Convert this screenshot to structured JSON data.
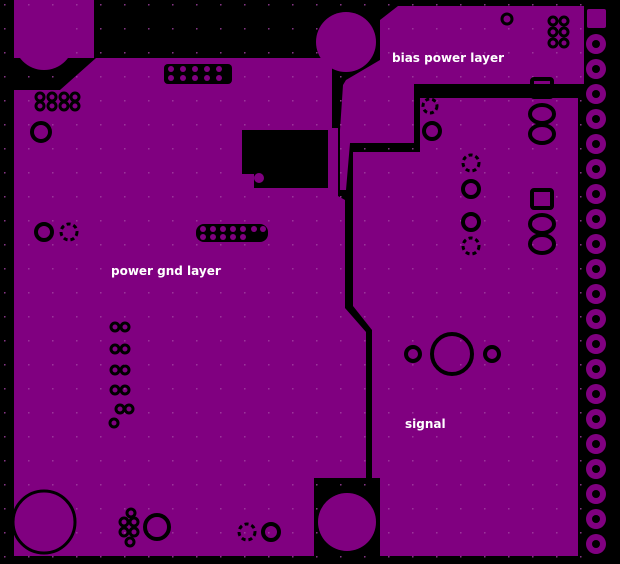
{
  "labels": {
    "bias_power": "bias power layer",
    "power_gnd": "power gnd layer",
    "signal": "signal"
  },
  "colors": {
    "background": "#000000",
    "copper_fill": "#800080",
    "grid_dot": "#a040a0",
    "label_text": "#ffffff"
  },
  "layers": [
    "power-gnd-pour",
    "bias-power-pour",
    "signal-pour",
    "edge-connector",
    "mounting-holes",
    "vias",
    "pads"
  ]
}
